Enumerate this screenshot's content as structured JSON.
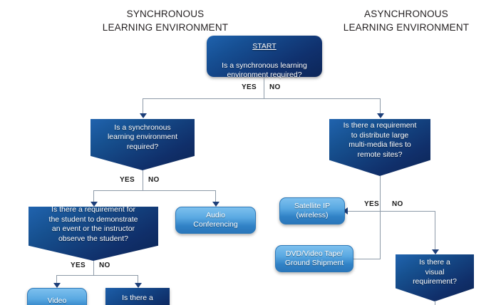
{
  "headings": [
    {
      "id": "synchronous",
      "text": "SYNCHRONOUS\nLEARNING ENVIRONMENT"
    },
    {
      "id": "asynchronous",
      "text": "ASYNCHRONOUS\nLEARNING ENVIRONMENT"
    }
  ],
  "nodes": {
    "start": {
      "title": "START",
      "text": "Is a synchronous learning\nenvironment required?"
    },
    "sync_decision": {
      "text": "Is a synchronous\nlearning environment\nrequired?"
    },
    "distribute_decision": {
      "text": "Is there a requirement\nto  distribute large\nmulti-media files to\nremote sites?"
    },
    "audio_conferencing": {
      "text": "Audio\nConferencing"
    },
    "demonstrate_decision": {
      "text": "Is there a requirement for\nthe student to demonstrate\nan event or the instructor\nobserve the student?"
    },
    "satellite_ip": {
      "text": "Satellite IP\n(wireless)"
    },
    "dvd_video_tape": {
      "text": "DVD/Video Tape/\nGround Shipment"
    },
    "visual_decision": {
      "text": "Is there a\nvisual\nrequirement?"
    },
    "video": {
      "text": "Video"
    },
    "is_there_a": {
      "text": "Is there a"
    }
  },
  "branch_labels": {
    "start_yes": "YES",
    "start_no": "NO",
    "sync_yes": "YES",
    "sync_no": "NO",
    "demo_yes": "YES",
    "demo_no": "NO",
    "dist_yes": "YES",
    "dist_no": "NO"
  },
  "colors": {
    "dark_blue": "#10316e",
    "light_blue": "#3182c6",
    "connector": "#8d9aa8",
    "arrow": "#1d3f79",
    "text_dark": "#231f20",
    "background": "#ffffff"
  }
}
